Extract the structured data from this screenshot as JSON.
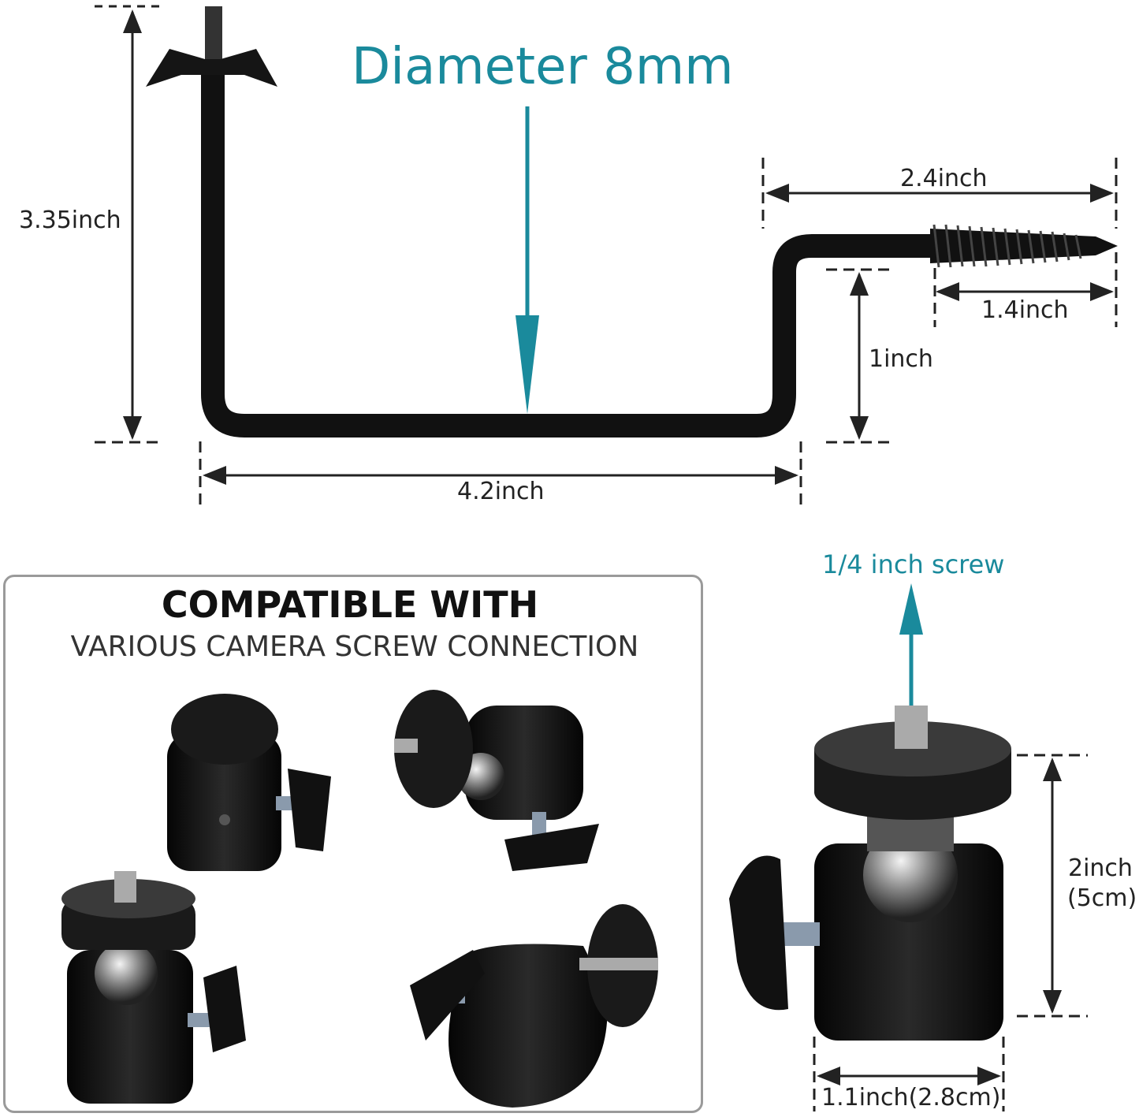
{
  "diagram": {
    "diameter_label": "Diameter 8mm",
    "dimensions": {
      "height": "3.35inch",
      "width": "4.2inch",
      "screw_arm": "2.4inch",
      "screw_length": "1.4inch",
      "offset": "1inch"
    },
    "compatible": {
      "title": "COMPATIBLE WITH",
      "subtitle": "VARIOUS CAMERA SCREW CONNECTION"
    },
    "ball_head": {
      "screw_label": "1/4 inch screw",
      "height_label": "2inch",
      "height_metric": "(5cm)",
      "width_label": "1.1inch(2.8cm)"
    },
    "colors": {
      "accent": "#1a8a9c",
      "metal": "#111111",
      "dimension_lines": "#222222"
    }
  }
}
